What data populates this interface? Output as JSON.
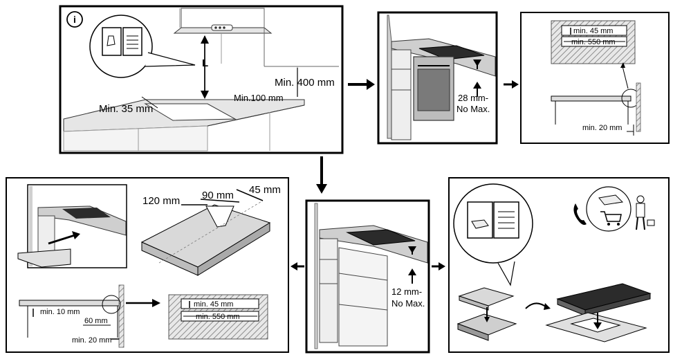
{
  "info_icon": "i",
  "panel_hood": {
    "height_label": "L",
    "wall_clearance": "Min. 400 mm",
    "side_clearance": "Min. 35 mm",
    "rear_clearance": "Min.100 mm"
  },
  "panel_oven": {
    "gap_line1": "28 mm-",
    "gap_line2": "No Max."
  },
  "panel_cutout_detail_top": {
    "min_depth": "min. 45 mm",
    "min_width": "min. 550 mm",
    "wall_gap": "min. 20 mm"
  },
  "panel_drawer": {
    "gap_line1": "12 mm-",
    "gap_line2": "No Max."
  },
  "panel_cutout": {
    "dim_a": "120 mm",
    "dim_b": "90 mm",
    "dim_c": "45 mm",
    "min_edge": "min. 10 mm",
    "gap_60": "60 mm",
    "wall_gap": "min. 20 mm",
    "min_depth": "min. 45 mm",
    "min_width": "min. 550 mm"
  },
  "colors": {
    "stroke": "#000000",
    "shade_light": "#d9d9d9",
    "shade_mid": "#bdbdbd",
    "shade_dark": "#7a7a7a",
    "hob": "#2b2b2b",
    "hatch": "#9a9a9a"
  },
  "icons": [
    "info-icon",
    "manual-icon",
    "phone-icon",
    "cart-icon",
    "technician-icon",
    "arrow-right-icon",
    "arrow-down-icon",
    "arrow-left-icon"
  ]
}
